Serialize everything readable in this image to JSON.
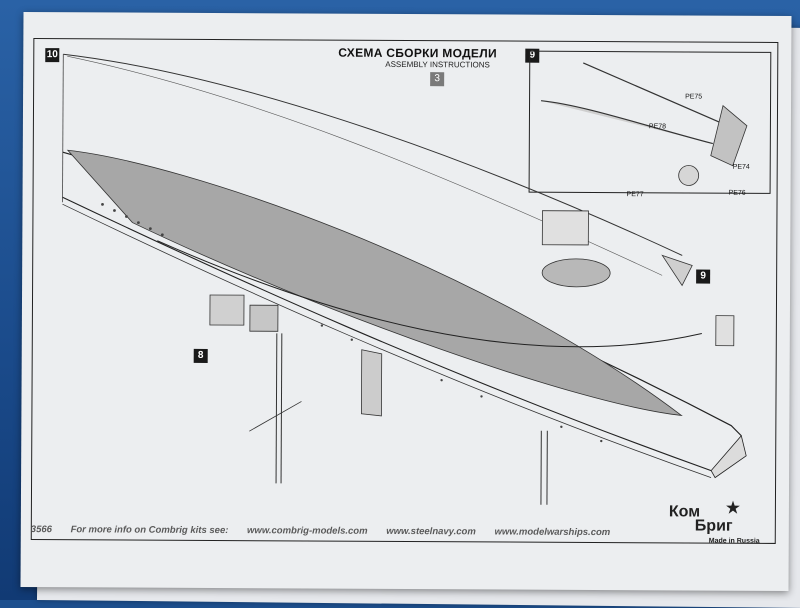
{
  "header": {
    "title": "СХЕМА СБОРКИ МОДЕЛИ",
    "subtitle": "ASSEMBLY INSTRUCTIONS",
    "page_number": "3"
  },
  "steps": {
    "step10": "10",
    "step9_inset": "9",
    "step9_main": "9",
    "step8": "8"
  },
  "parts": {
    "pe75": "PE75",
    "pe78": "PE78",
    "pe74": "PE74",
    "pe77": "PE77",
    "pe76": "PE76"
  },
  "footer": {
    "kit_code": "3566",
    "info": "For more info on Combrig kits see:",
    "url1": "www.combrig-models.com",
    "url2": "www.steelnavy.com",
    "url3": "www.modelwarships.com"
  },
  "logo": {
    "line1": "Ком",
    "line2": "Бриг",
    "made_in": "Made in Russia"
  },
  "colors": {
    "deck_fill": "#a7a7a7",
    "paper": "#eceef0",
    "background": "#1d4f8e"
  }
}
